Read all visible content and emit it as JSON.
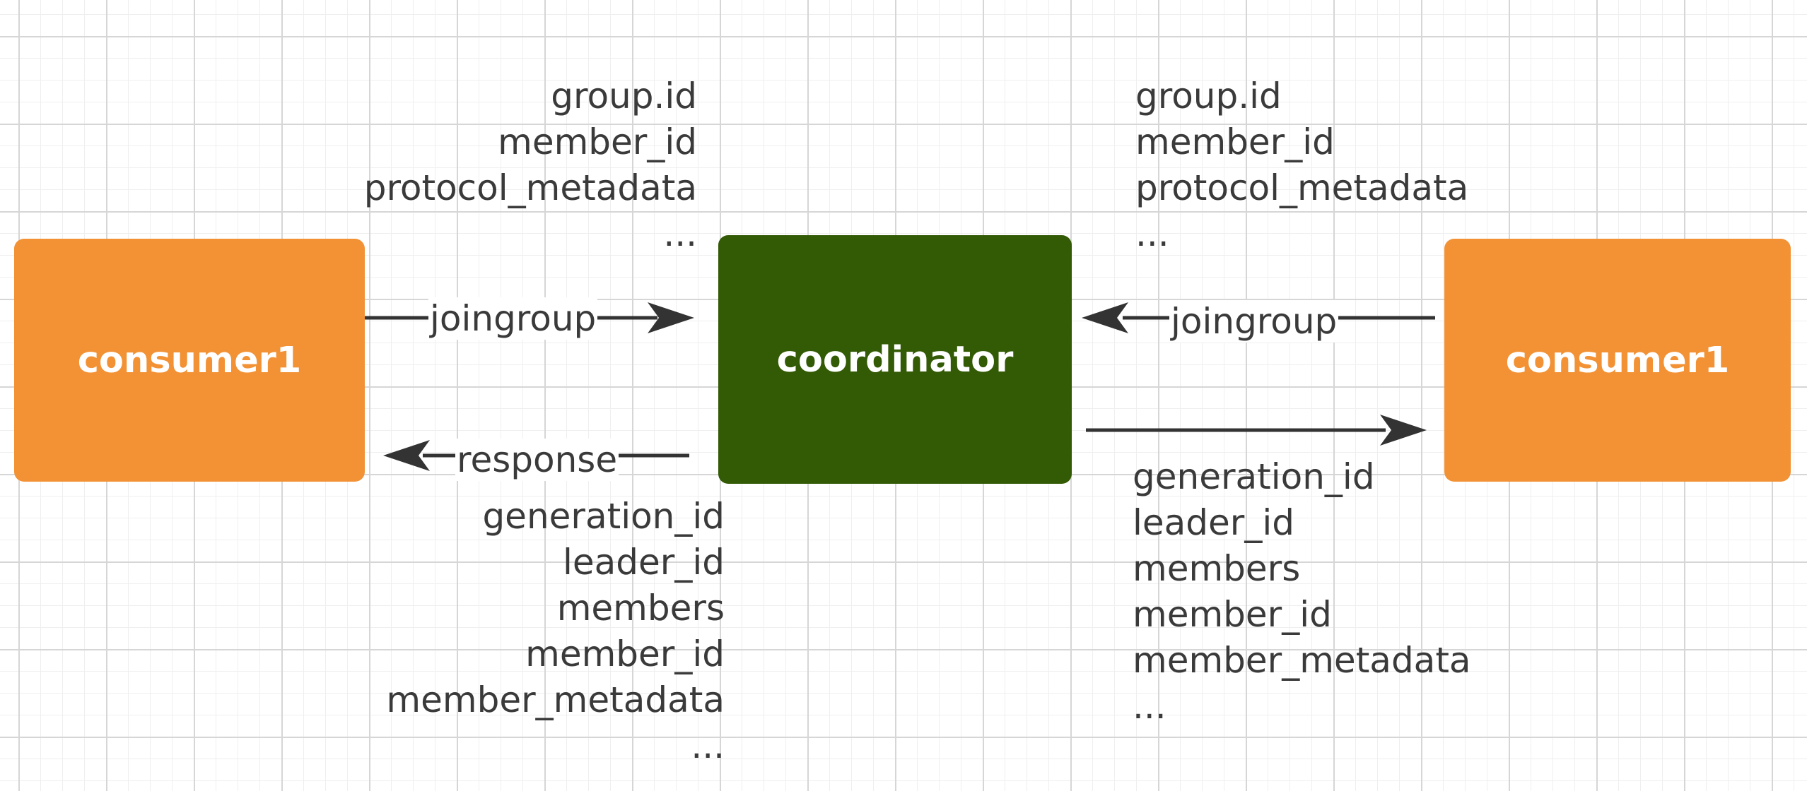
{
  "nodes": {
    "consumer_left": {
      "label": "consumer1",
      "color": "#f29235"
    },
    "coordinator": {
      "label": "coordinator",
      "color": "#335a05"
    },
    "consumer_right": {
      "label": "consumer1",
      "color": "#f29235"
    }
  },
  "edges": {
    "left_request": "joingroup",
    "left_response": "response",
    "right_request": "joingroup"
  },
  "request_fields_left": [
    "group.id",
    "member_id",
    "protocol_metadata",
    "..."
  ],
  "request_fields_right": [
    "group.id",
    "member_id",
    "protocol_metadata",
    "..."
  ],
  "response_fields_left": [
    "generation_id",
    "leader_id",
    "members",
    "member_id",
    "member_metadata",
    "..."
  ],
  "response_fields_right": [
    "generation_id",
    "leader_id",
    "members",
    "member_id",
    "member_metadata",
    "..."
  ],
  "colors": {
    "edge": "#333333",
    "text": "#3a3a3a",
    "grid": "#d6d6d6"
  }
}
